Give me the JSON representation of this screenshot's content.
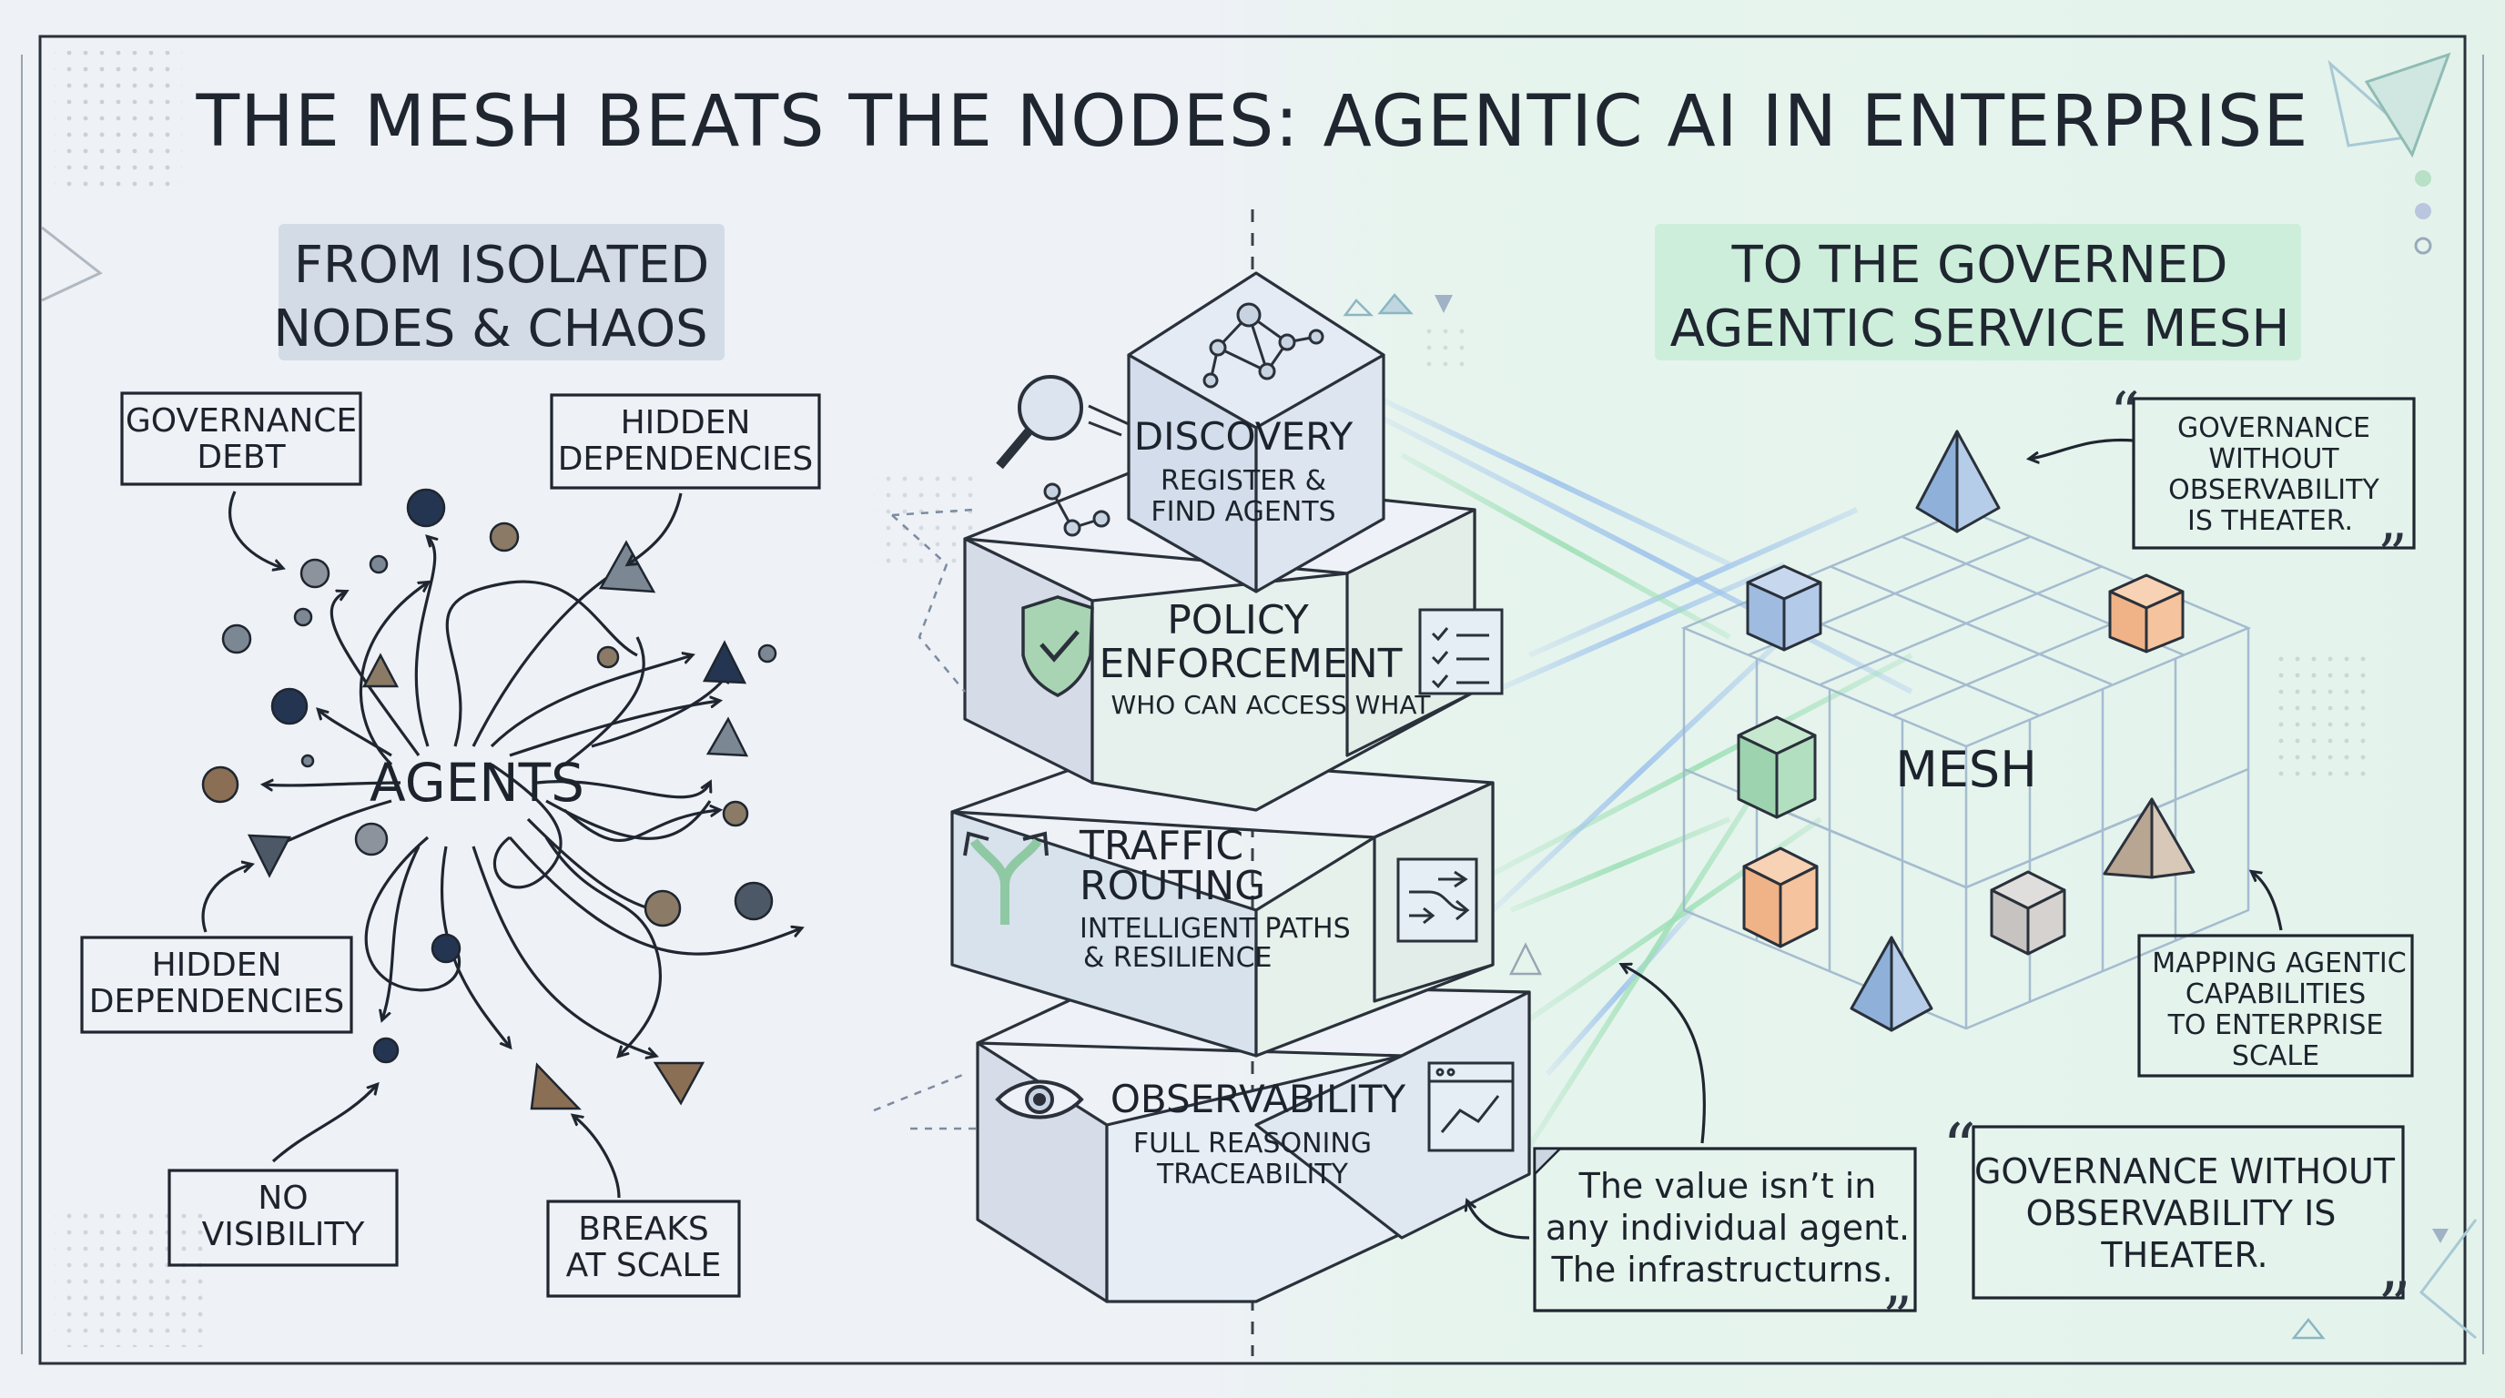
{
  "title": "THE MESH BEATS THE NODES: AGENTIC AI IN ENTERPRISE",
  "left": {
    "heading_line1": "FROM ISOLATED",
    "heading_line2": "NODES & CHAOS",
    "center_label": "AGENTS",
    "callouts": {
      "governance_debt": [
        "GOVERNANCE",
        "DEBT"
      ],
      "hidden_deps_top": [
        "HIDDEN",
        "DEPENDENCIES"
      ],
      "hidden_deps_left": [
        "HIDDEN",
        "DEPENDENCIES"
      ],
      "no_visibility": [
        "NO",
        "VISIBILITY"
      ],
      "breaks_at_scale": [
        "BREAKS",
        "AT SCALE"
      ]
    }
  },
  "stack": {
    "discovery": {
      "title": "DISCOVERY",
      "sub1": "REGISTER &",
      "sub2": "FIND AGENTS"
    },
    "policy": {
      "title1": "POLICY",
      "title2": "ENFORCEMENT",
      "sub": "WHO CAN ACCESS WHAT"
    },
    "routing": {
      "title1": "TRAFFIC",
      "title2": "ROUTING",
      "sub1": "INTELLIGENT PATHS",
      "sub2": "& RESILIENCE"
    },
    "observability": {
      "title": "OBSERVABILITY",
      "sub1": "FULL REASONING",
      "sub2": "TRACEABILITY"
    }
  },
  "right": {
    "heading_line1": "TO THE GOVERNED",
    "heading_line2": "AGENTIC SERVICE MESH",
    "mesh_label": "MESH",
    "quote_top": [
      "GOVERNANCE",
      "WITHOUT",
      "OBSERVABILITY",
      "IS THEATER."
    ],
    "mapping_note": [
      "MAPPING AGENTIC",
      "CAPABILITIES",
      "TO ENTERPRISE",
      "SCALE"
    ],
    "value_note": [
      "The value isn’t in",
      "any individual agent.",
      "The infrastructurns."
    ],
    "quote_bottom": [
      "GOVERNANCE WITHOUT",
      "OBSERVABILITY IS",
      "THEATER."
    ]
  },
  "colors": {
    "background_left": "#eef1f6",
    "background_right": "#e6f4ee",
    "ink": "#1f2630",
    "navy": "#243552",
    "slate": "#7c8794",
    "brown": "#8a6f55",
    "blue_cube": "#a9c3e2",
    "orange_cube": "#f2b98e",
    "green_cube": "#a9d8b6",
    "gray_cube": "#c9c6c4"
  },
  "icons": [
    "magnifier-icon",
    "network-icon",
    "shield-check-icon",
    "checklist-icon",
    "fork-arrow-icon",
    "route-icon",
    "eye-icon",
    "chart-window-icon",
    "quote-icon"
  ]
}
